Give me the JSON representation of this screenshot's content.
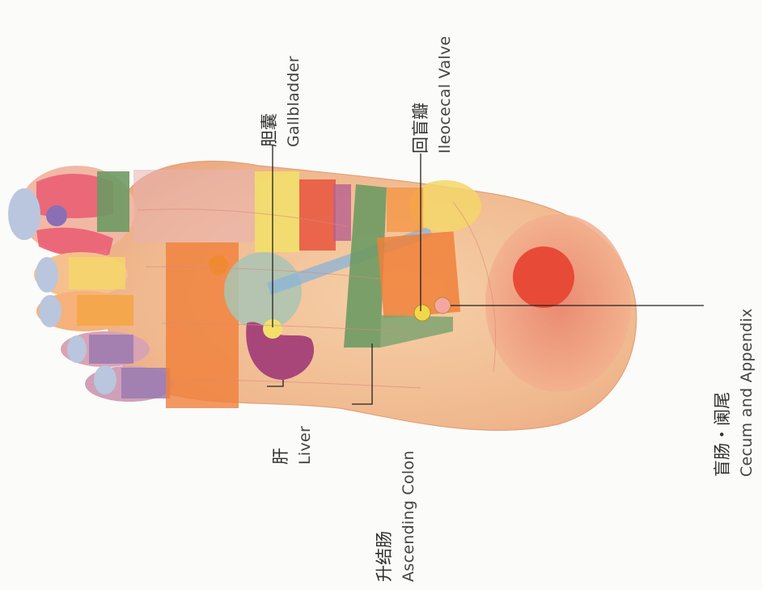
{
  "labels": {
    "gallbladder": {
      "cn": "胆囊",
      "en": "Gallbladder"
    },
    "ileocecal": {
      "cn": "回盲瓣",
      "en": "Ileocecal Valve"
    },
    "liver": {
      "cn": "肝",
      "en": "Liver"
    },
    "ascending_colon": {
      "cn": "升结肠",
      "en": "Ascending Colon"
    },
    "cecum": {
      "cn": "盲肠・阑尾",
      "en": "Cecum and Appendix"
    }
  },
  "colors": {
    "liver": "#a8467a",
    "gallbladder": "#f2e06a",
    "ascending_colon": "#6e9a63",
    "ileocecal": "#f0d84a",
    "cecum": "#f4a7a0",
    "heel_spot": "#e84a38",
    "skin": "#f3c39a"
  }
}
